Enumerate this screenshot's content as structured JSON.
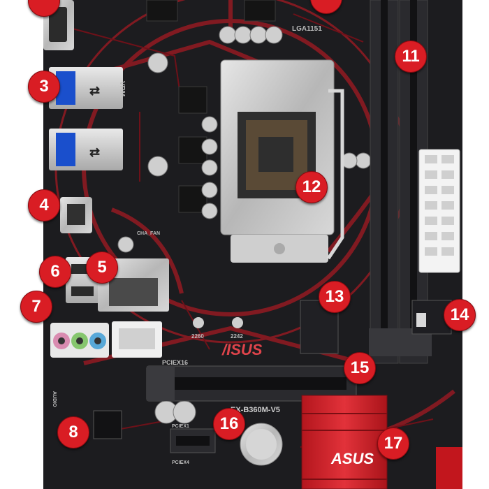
{
  "image": {
    "description_colors": {
      "pcb": "#1c1c1f",
      "pcb_pattern": "#8c1a22",
      "accent_red": "#d91d24",
      "metal": "#c8c8c8",
      "slot_dark": "#2a2a2e"
    }
  },
  "board": {
    "brand_logo": "/ISUS",
    "heatsink_logo": "ASUS",
    "model": "EX-B360M-V5",
    "socket_label": "LGA1151",
    "silkscreen": {
      "vrm": "VRM",
      "pciex16": "PCIEX16",
      "pciex1": "PCIEX1",
      "pciex4": "PCIEX4",
      "audio": "AUDIO",
      "cha_fan": "CHA_FAN",
      "m2_a": "2242",
      "m2_b": "2260"
    }
  },
  "callouts": [
    {
      "id": "3",
      "label": "3"
    },
    {
      "id": "4",
      "label": "4"
    },
    {
      "id": "5",
      "label": "5"
    },
    {
      "id": "6",
      "label": "6"
    },
    {
      "id": "7",
      "label": "7"
    },
    {
      "id": "8",
      "label": "8"
    },
    {
      "id": "11",
      "label": "11"
    },
    {
      "id": "12",
      "label": "12"
    },
    {
      "id": "13",
      "label": "13"
    },
    {
      "id": "14",
      "label": "14"
    },
    {
      "id": "15",
      "label": "15"
    },
    {
      "id": "16",
      "label": "16"
    },
    {
      "id": "17",
      "label": "17"
    }
  ]
}
